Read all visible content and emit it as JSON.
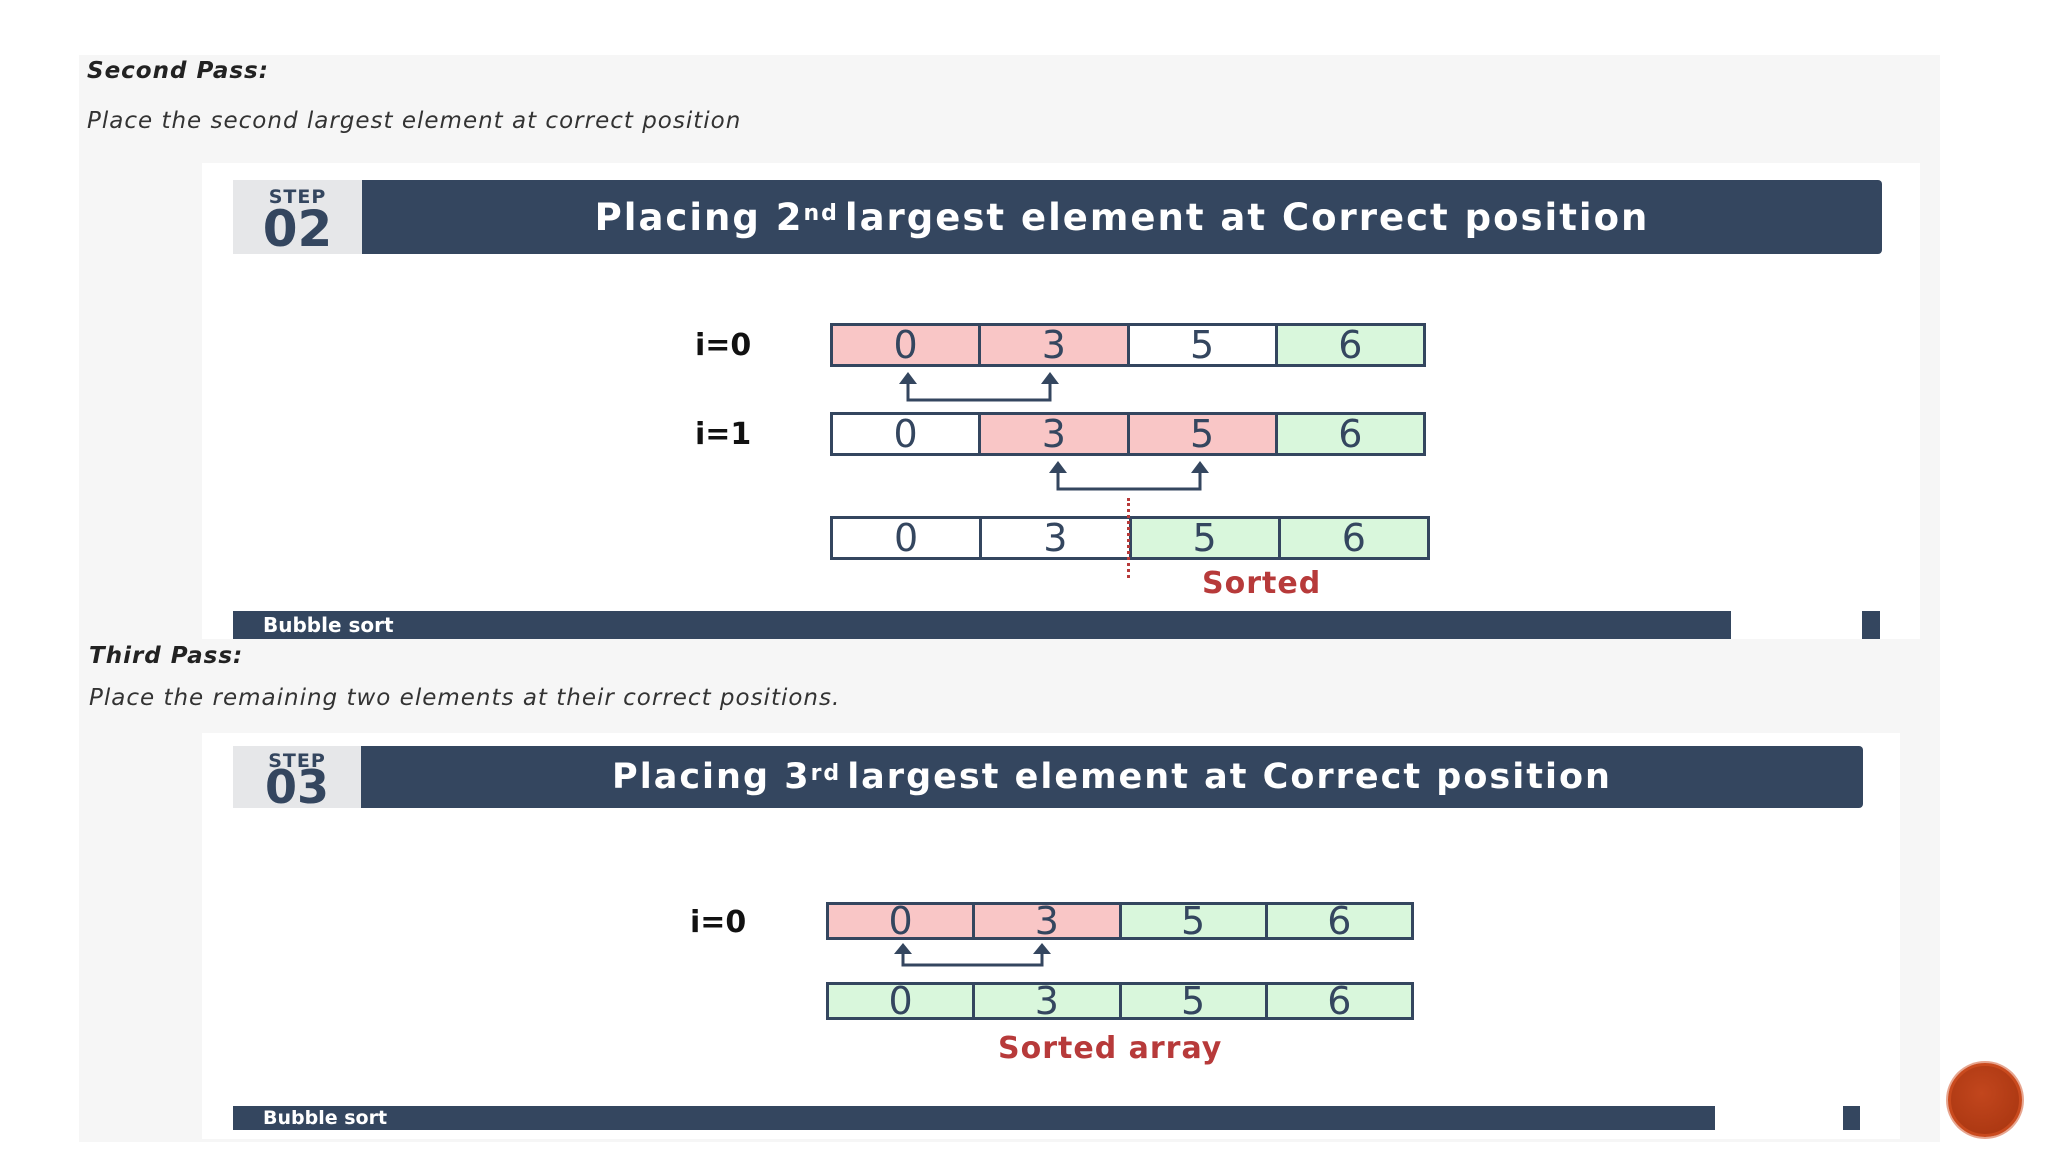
{
  "second_pass": {
    "heading": "Second Pass:",
    "description": "Place the second largest element at correct position",
    "step_label": "STEP",
    "step_number": "02",
    "title_pre": "Placing 2",
    "title_sup": "nd",
    "title_post": " largest element at Correct position",
    "rows": [
      {
        "label": "i=0",
        "cells": [
          "0",
          "3",
          "5",
          "6"
        ],
        "states": [
          "swap",
          "swap",
          "plain",
          "sorted"
        ]
      },
      {
        "label": "i=1",
        "cells": [
          "0",
          "3",
          "5",
          "6"
        ],
        "states": [
          "plain",
          "swap",
          "swap",
          "sorted"
        ]
      },
      {
        "label": "",
        "cells": [
          "0",
          "3",
          "5",
          "6"
        ],
        "states": [
          "plain",
          "plain",
          "sorted",
          "sorted"
        ]
      }
    ],
    "caption": "Sorted",
    "footer": "Bubble sort"
  },
  "third_pass": {
    "heading": "Third Pass:",
    "description": "Place the remaining two elements at their correct positions.",
    "step_label": "STEP",
    "step_number": "03",
    "title_pre": "Placing 3",
    "title_sup": "rd",
    "title_post": " largest element at Correct position",
    "rows": [
      {
        "label": "i=0",
        "cells": [
          "0",
          "3",
          "5",
          "6"
        ],
        "states": [
          "swap",
          "swap",
          "sorted",
          "sorted"
        ]
      },
      {
        "label": "",
        "cells": [
          "0",
          "3",
          "5",
          "6"
        ],
        "states": [
          "sorted",
          "sorted",
          "sorted",
          "sorted"
        ]
      }
    ],
    "caption": "Sorted array",
    "footer": "Bubble sort"
  },
  "colors": {
    "navy": "#34465f",
    "swap": "#f9c6c6",
    "sorted": "#d9f7dc",
    "caption": "#b73a3a",
    "nav_button": "#b03a12"
  }
}
